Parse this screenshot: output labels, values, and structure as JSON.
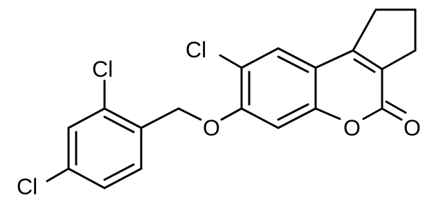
{
  "molecule": {
    "atoms": {
      "cl_top_left": "Cl",
      "cl_benzyl_ortho": "Cl",
      "cl_benzyl_para": "Cl",
      "ether_oxygen": "O",
      "ring_oxygen": "O",
      "carbonyl_oxygen": "O"
    }
  },
  "colors": {
    "bond": "#000000",
    "background": "#ffffff"
  }
}
